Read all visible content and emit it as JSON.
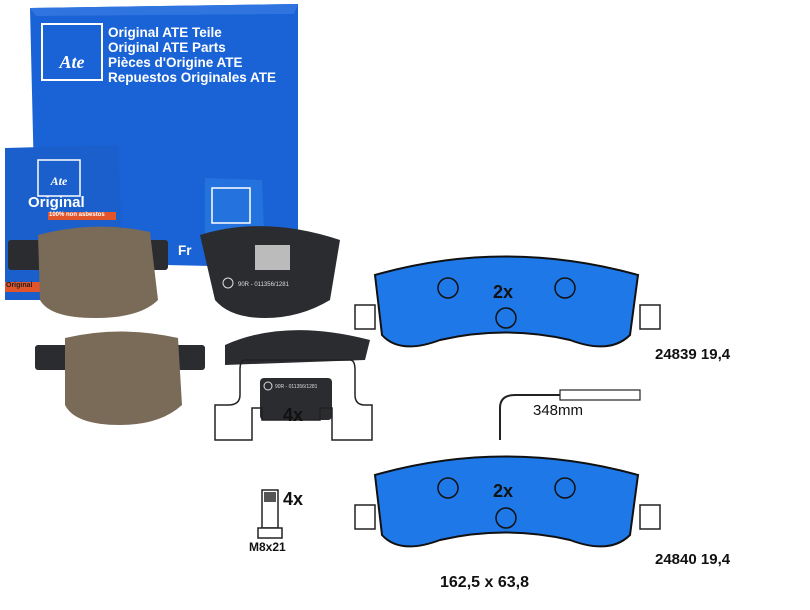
{
  "box": {
    "lines": [
      "Original ATE Teile",
      "Original ATE Parts",
      "Pièces d'Origine ATE",
      "Repuestos Originales ATE"
    ],
    "logo": "Ate",
    "small_box_title": "Original",
    "small_box_badge": "100% non asbestos",
    "small_box_bottom": "Original",
    "side_text": "Fr"
  },
  "pad_marking": "90R - 011356/1281",
  "diagram": {
    "top_qty": "2x",
    "top_part": "24839 19,4",
    "bottom_qty": "2x",
    "bottom_part": "24840 19,4",
    "sensor_length": "348mm",
    "dimensions": "162,5 x 63,8",
    "clip_qty": "4x",
    "bolt_qty": "4x",
    "bolt_size": "M8x21"
  },
  "colors": {
    "box_blue": "#1a63d6",
    "pad_blue": "#1e78e8",
    "friction": "#7a6a58",
    "backing": "#2a2c30"
  }
}
